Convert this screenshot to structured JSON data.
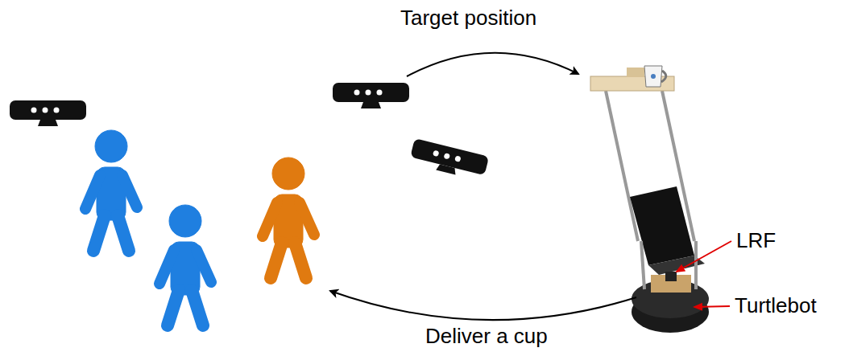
{
  "diagram": {
    "labels": [
      "Target position",
      "Deliver a cup",
      "LRF",
      "Turtlebot"
    ]
  }
}
